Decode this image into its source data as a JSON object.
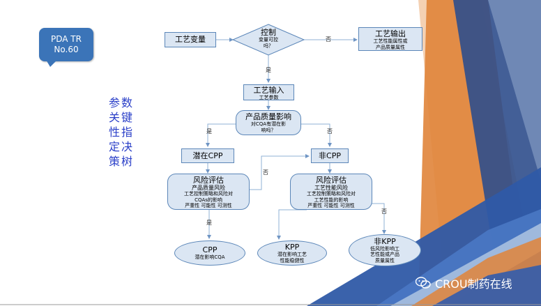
{
  "badge": {
    "line1": "PDA TR",
    "line2": "No.60"
  },
  "vertical_title": [
    "参数",
    "关键",
    "性指",
    "定决",
    "策树"
  ],
  "nodes": {
    "process_variable": "工艺变量",
    "control_q_title": "控制",
    "control_q_sub1": "变量可控",
    "control_q_sub2": "吗？",
    "process_output_title": "工艺输出",
    "process_output_sub1": "工艺性能属性或",
    "process_output_sub2": "产品质量属性",
    "process_input_title": "工艺输入",
    "process_input_sub": "工艺参数",
    "quality_impact_title": "产品质量影响",
    "quality_impact_sub1": "对CQA有潜在影",
    "quality_impact_sub2": "响吗？",
    "potential_cpp": "潜在CPP",
    "non_cpp": "非CPP",
    "risk_left_title": "风险评估",
    "risk_left_l1": "产品质量风险",
    "risk_left_l2": "工艺控制策略和风险对",
    "risk_left_l3": "CQAs的影响",
    "risk_left_l4": "严重性 可能性 可测性",
    "risk_right_title": "风险评估",
    "risk_right_l1": "工艺性能风险",
    "risk_right_l2": "工艺控制策略和风险对",
    "risk_right_l3": "工艺性能的影响",
    "risk_right_l4": "严重性 可能性 可测性",
    "cpp_title": "CPP",
    "cpp_sub": "潜在影响CQA",
    "kpp_title": "KPP",
    "kpp_sub1": "潜在影响工艺",
    "kpp_sub2": "性能稳健性",
    "nonkpp_title": "非KPP",
    "nonkpp_sub1": "低风险影响工",
    "nonkpp_sub2": "艺性能或产品",
    "nonkpp_sub3": "质量属性"
  },
  "edge_labels": {
    "no_top": "否",
    "yes_control": "是",
    "yes_quality": "是",
    "no_quality": "否",
    "no_risk_left": "否",
    "yes_risk_left": "是",
    "no_risk_right": "否"
  },
  "watermark": "CROU制药在线",
  "colors": {
    "node_fill": "#dbe6f3",
    "node_border": "#5b86b8",
    "badge": "#3b74b8",
    "title_text": "#2a3fc8",
    "orange": "#e0843a",
    "dark_blue": "#2f4e8c",
    "light_blue": "#a9c1e0"
  }
}
